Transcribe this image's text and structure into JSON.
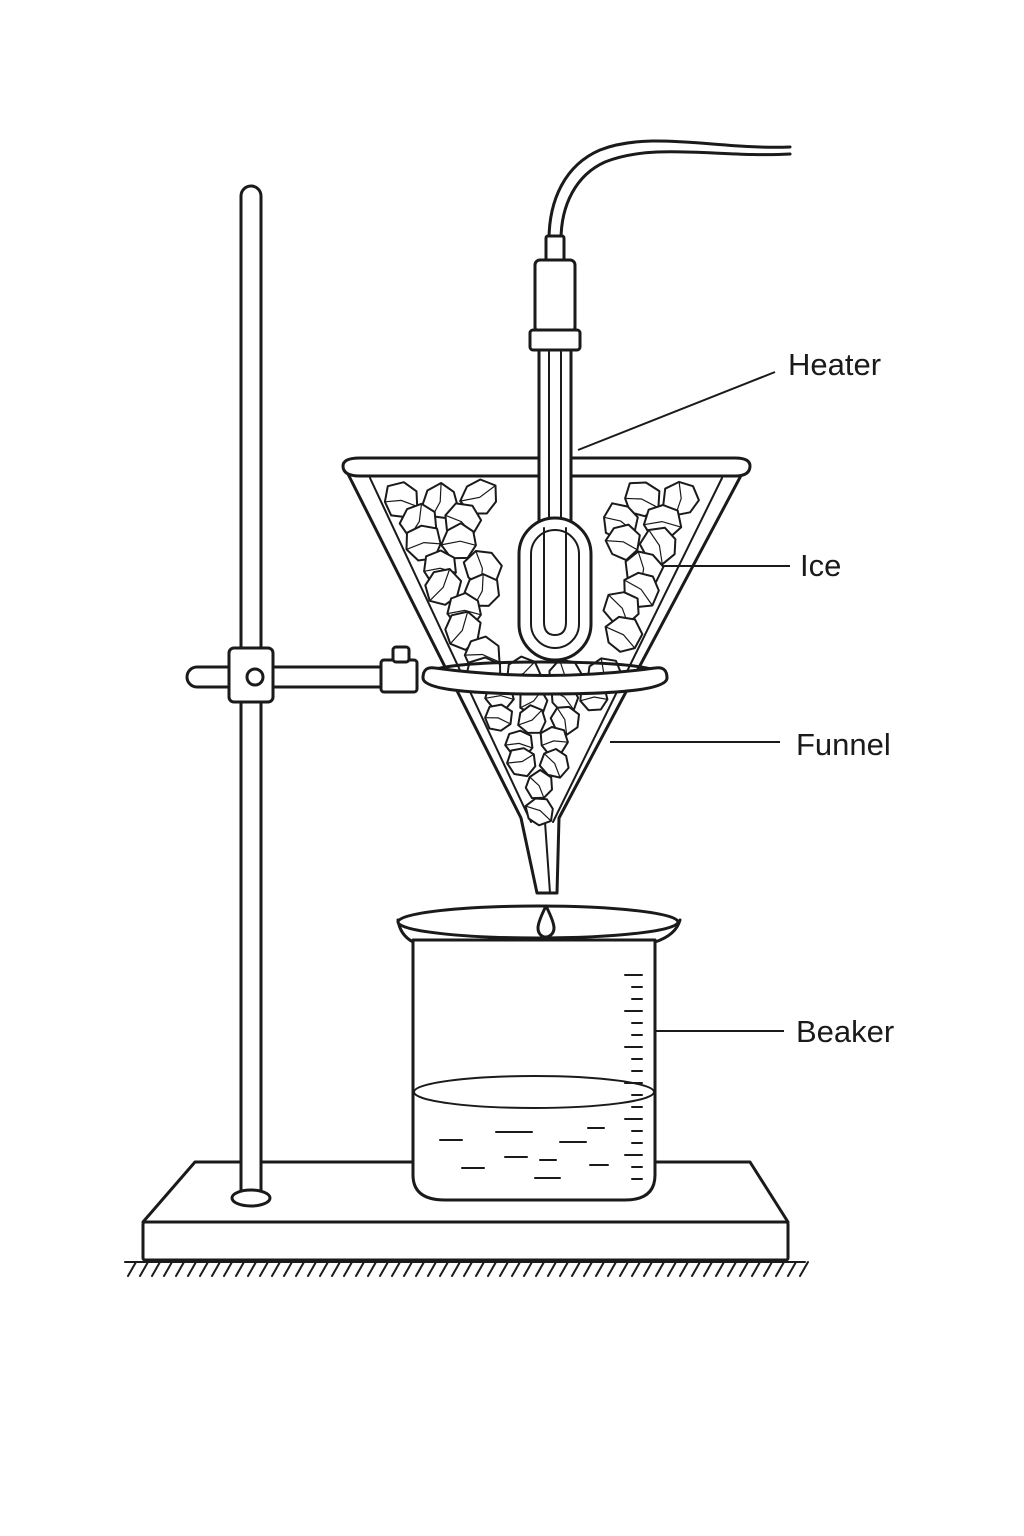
{
  "diagram": {
    "labels": {
      "heater": "Heater",
      "ice": "Ice",
      "funnel": "Funnel",
      "beaker": "Beaker"
    },
    "colors": {
      "stroke": "#1a1a1a",
      "background": "#ffffff"
    }
  }
}
